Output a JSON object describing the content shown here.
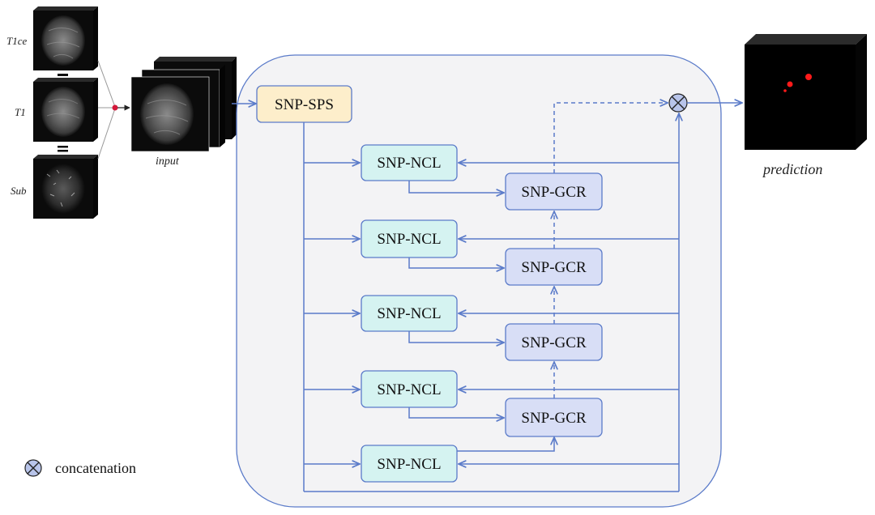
{
  "modalities": {
    "t1ce": "T1ce",
    "t1": "T1",
    "sub": "Sub",
    "minus_sign": "−",
    "equals_sign": "="
  },
  "input_label": "input",
  "prediction_label": "prediction",
  "sps_label": "SNP-SPS",
  "ncl_labels": [
    "SNP-NCL",
    "SNP-NCL",
    "SNP-NCL",
    "SNP-NCL",
    "SNP-NCL"
  ],
  "gcr_labels": [
    "SNP-GCR",
    "SNP-GCR",
    "SNP-GCR",
    "SNP-GCR"
  ],
  "legend": {
    "symbol": "concat-icon",
    "label": "concatenation"
  },
  "colors": {
    "sps_fill": "#fdeecb",
    "ncl_fill": "#d5f3f1",
    "gcr_fill": "#d8def6",
    "border": "#5b7bc9",
    "panel_fill": "#f3f3f5",
    "lesion": "#ff1a1a",
    "dot": "#d4183a"
  }
}
